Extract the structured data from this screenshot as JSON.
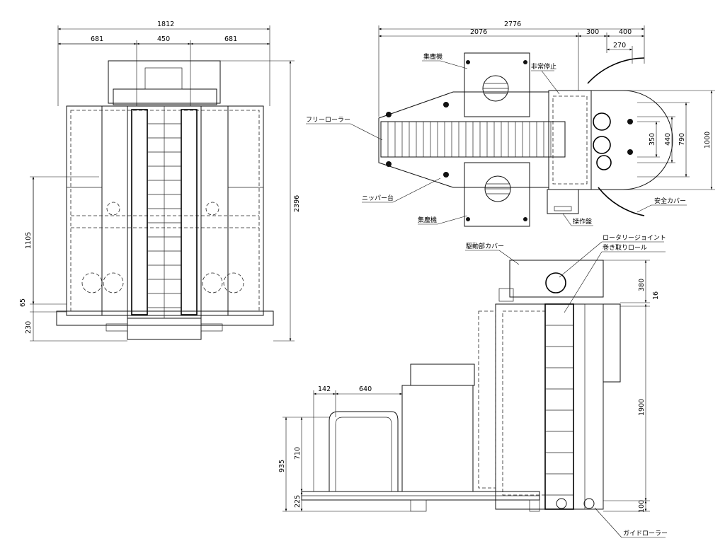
{
  "front_view": {
    "dims": {
      "total_width": "1812",
      "left_width": "681",
      "center_width": "450",
      "right_width": "681",
      "total_height": "2396",
      "h_1105": "1105",
      "h_65": "65",
      "h_230": "230"
    }
  },
  "top_view": {
    "dims": {
      "total_length": "2776",
      "length_2076": "2076",
      "length_300": "300",
      "length_400": "400",
      "length_270": "270",
      "h_350": "350",
      "h_440": "440",
      "h_790": "790",
      "h_1000": "1000"
    },
    "labels": {
      "dust_collector_top": "集塵機",
      "emergency_stop": "非常停止",
      "free_roller": "フリーローラー",
      "nipper_stand": "ニッパー台",
      "dust_collector_bottom": "集塵機",
      "safety_cover": "安全カバー",
      "control_panel": "操作盤"
    }
  },
  "side_view": {
    "dims": {
      "d_142": "142",
      "d_640": "640",
      "d_380": "380",
      "d_16": "16",
      "d_1900": "1900",
      "d_935": "935",
      "d_710": "710",
      "d_225": "225",
      "d_100": "100"
    },
    "labels": {
      "drive_cover": "駆動部カバー",
      "rotary_joint": "ロータリージョイント",
      "take_up_roll": "巻き取りロール",
      "guide_roller": "ガイドローラー"
    }
  }
}
